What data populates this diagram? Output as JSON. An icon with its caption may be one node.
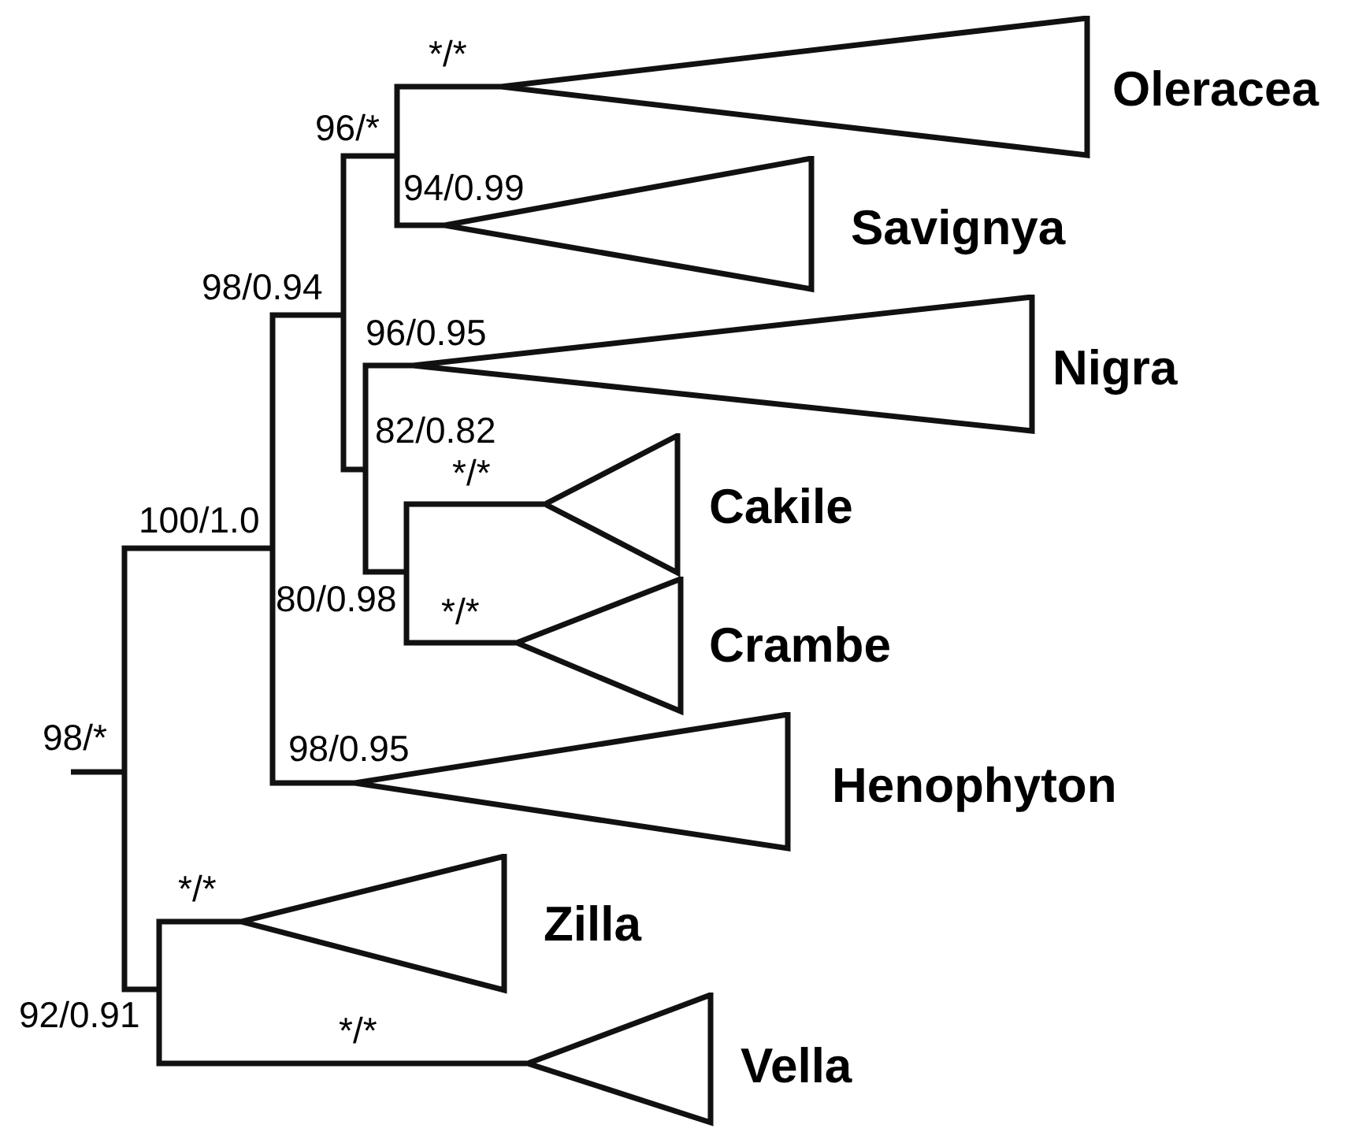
{
  "diagram": {
    "nodes": [
      {
        "text": [
          "98/*"
        ]
      },
      {
        "text": [
          "100/1.0"
        ]
      },
      {
        "text": [
          "98/0.94"
        ]
      },
      {
        "text": [
          "96/*"
        ]
      },
      {
        "text": [
          "Oleracea"
        ]
      },
      {
        "text": [
          "Savignya"
        ]
      },
      {
        "text": [
          "82/0.82"
        ]
      },
      {
        "text": [
          "Nigra"
        ]
      },
      {
        "text": [
          "80/0.98"
        ]
      },
      {
        "text": [
          "Cakile"
        ]
      },
      {
        "text": [
          "Crambe"
        ]
      },
      {
        "text": [
          "Henophyton"
        ]
      },
      {
        "text": [
          "92/0.91"
        ]
      },
      {
        "text": [
          "Zilla"
        ]
      },
      {
        "text": [
          "Vella"
        ]
      }
    ],
    "edges": [
      {
        "from": null,
        "to": 0,
        "arrow": "none"
      },
      {
        "from": 0,
        "to": 1,
        "arrow": "none"
      },
      {
        "from": 0,
        "to": 12,
        "arrow": "none"
      },
      {
        "from": 1,
        "to": 2,
        "arrow": "none"
      },
      {
        "from": 1,
        "to": 11,
        "arrow": "none",
        "label": "98/0.95"
      },
      {
        "from": 2,
        "to": 3,
        "arrow": "none"
      },
      {
        "from": 2,
        "to": 6,
        "arrow": "none"
      },
      {
        "from": 3,
        "to": 4,
        "arrow": "none",
        "label": "*/*"
      },
      {
        "from": 3,
        "to": 5,
        "arrow": "none",
        "label": "94/0.99"
      },
      {
        "from": 6,
        "to": 7,
        "arrow": "none",
        "label": "96/0.95"
      },
      {
        "from": 6,
        "to": 8,
        "arrow": "none"
      },
      {
        "from": 8,
        "to": 9,
        "arrow": "none",
        "label": "*/*"
      },
      {
        "from": 8,
        "to": 10,
        "arrow": "none",
        "label": "*/*"
      },
      {
        "from": 12,
        "to": 13,
        "arrow": "none",
        "label": "*/*"
      },
      {
        "from": 12,
        "to": 14,
        "arrow": "none",
        "label": "*/*"
      }
    ]
  }
}
